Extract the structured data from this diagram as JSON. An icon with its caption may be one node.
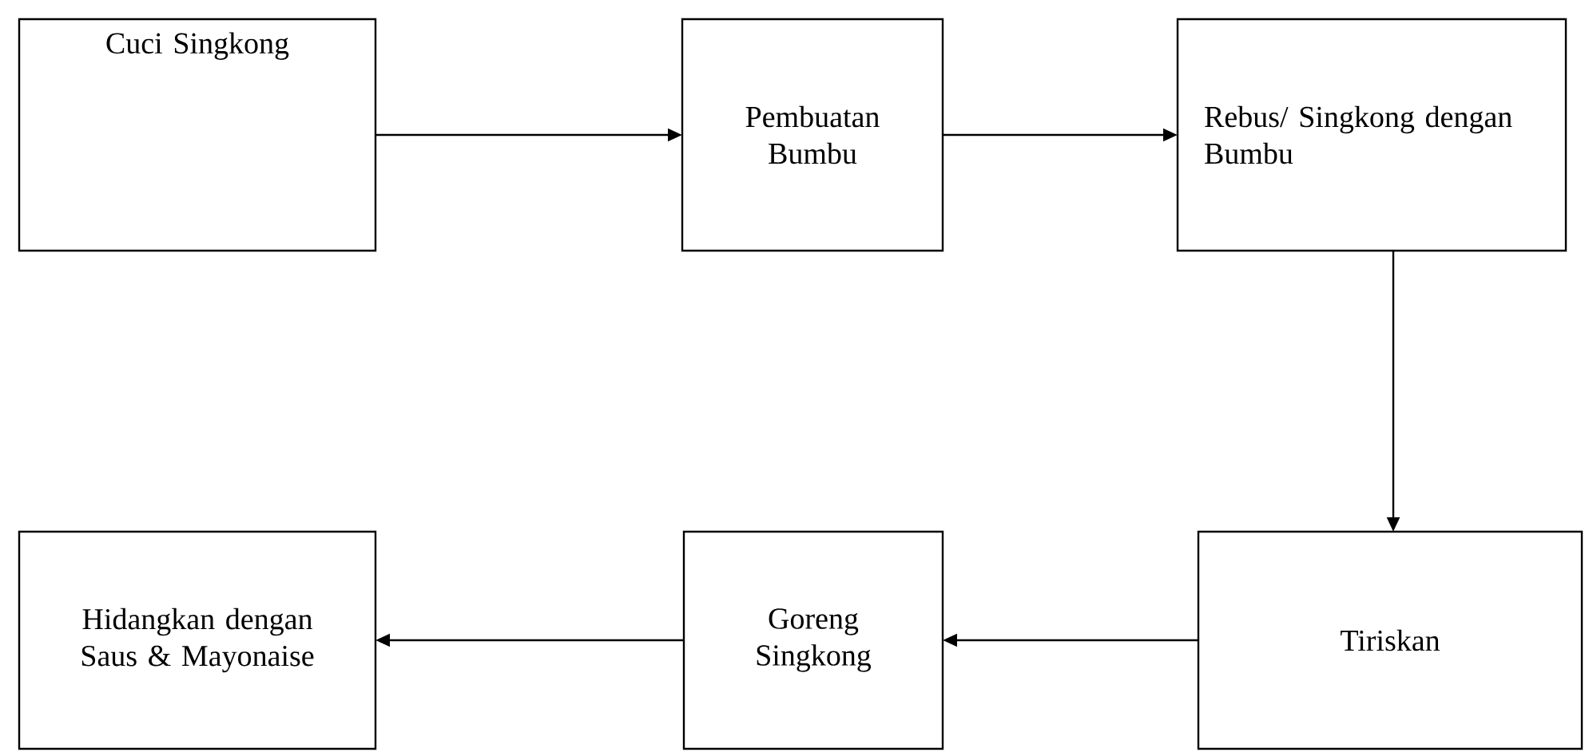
{
  "diagram": {
    "nodes": [
      {
        "text": [
          "Cuci Singkong"
        ]
      },
      {
        "text": [
          "Pembuatan Bumbu"
        ]
      },
      {
        "text": [
          "Rebus/ Singkong dengan Bumbu"
        ]
      },
      {
        "text": [
          "Hidangkan dengan Saus & Mayonaise"
        ]
      },
      {
        "text": [
          "Goreng Singkong"
        ]
      },
      {
        "text": [
          "Tiriskan"
        ]
      }
    ],
    "edges": [
      {
        "from": 0,
        "to": 1,
        "arrow": "to"
      },
      {
        "from": 1,
        "to": 2,
        "arrow": "to"
      },
      {
        "from": 2,
        "to": 5,
        "arrow": "to"
      },
      {
        "from": 5,
        "to": 4,
        "arrow": "to"
      },
      {
        "from": 4,
        "to": 3,
        "arrow": "to"
      }
    ]
  }
}
